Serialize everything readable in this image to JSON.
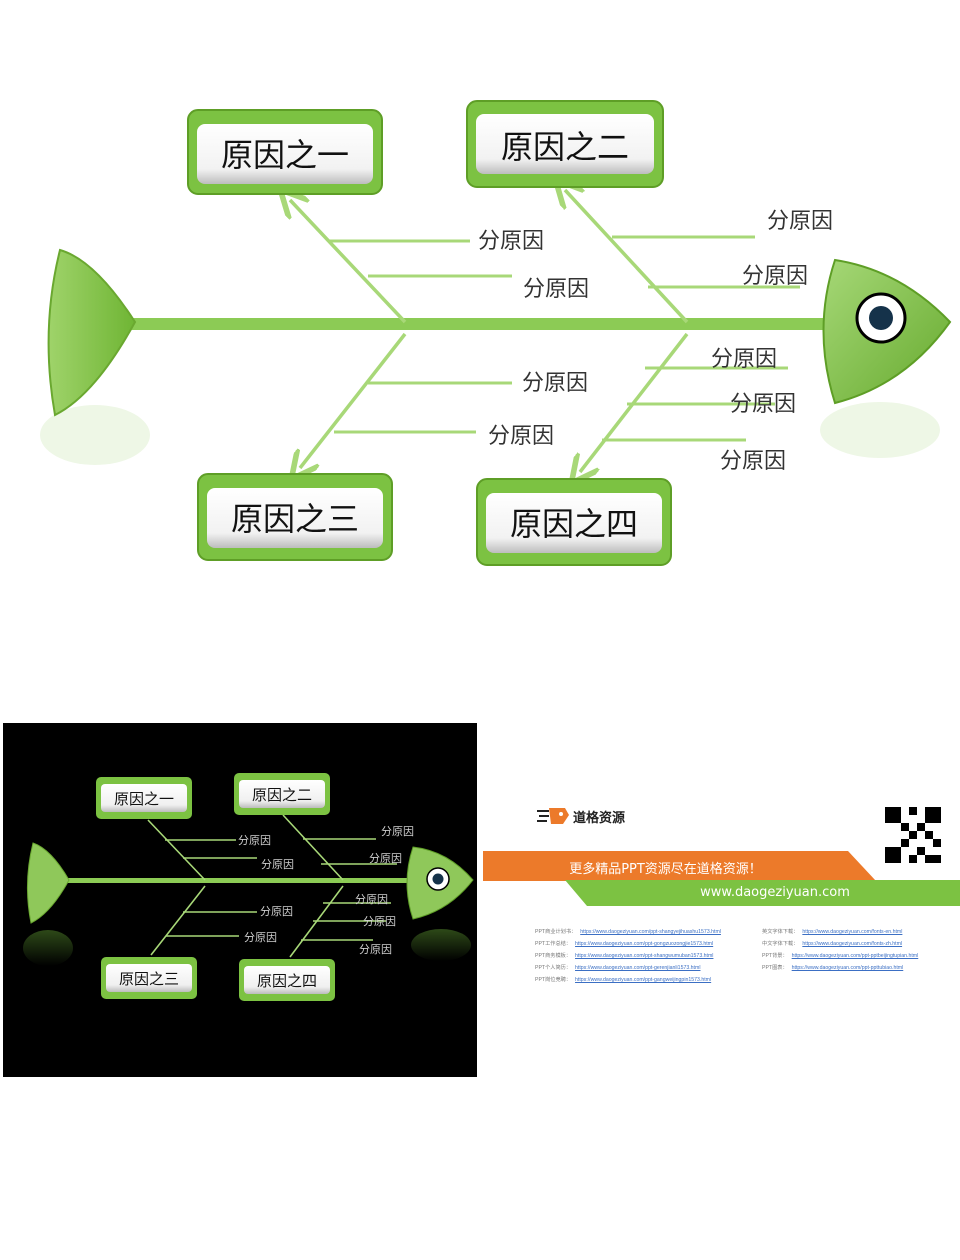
{
  "diagram": {
    "main_causes": [
      "原因之一",
      "原因之二",
      "原因之三",
      "原因之四"
    ],
    "sub_cause_label": "分原因"
  },
  "brand": {
    "logo_text": "道格资源",
    "banner_text": "更多精品PPT资源尽在道格资源！",
    "site_url": "www.daogeziyuan.com",
    "colors": {
      "green": "#7cc242",
      "green_light": "#a8d878",
      "orange": "#ec7a2a",
      "black": "#000000"
    }
  },
  "links": [
    {
      "label": "PPT商业计划书：",
      "url": "https://www.daogeziyuan.com/ppt-shangyejihuashu1573.html"
    },
    {
      "label": "PPT工作总结：",
      "url": "https://www.daogeziyuan.com/ppt-gongzuozongjie1573.html"
    },
    {
      "label": "PPT商务模板：",
      "url": "https://www.daogeziyuan.com/ppt-shangwumuban1573.html"
    },
    {
      "label": "PPT个人简历：",
      "url": "https://www.daogeziyuan.com/ppt-gerenjianli1573.html"
    },
    {
      "label": "PPT岗位竞聘：",
      "url": "https://www.daogeziyuan.com/ppt-gangweijingpin1573.html"
    },
    {
      "label": "英文字体下载：",
      "url": "https://www.daogeziyuan.com/fonts-en.html"
    },
    {
      "label": "中文字体下载：",
      "url": "https://www.daogeziyuan.com/fonts-zh.html"
    },
    {
      "label": "PPT背景：",
      "url": "https://www.daogeziyuan.com/ppt-pptbeijingtupian.html"
    },
    {
      "label": "PPT图表：",
      "url": "https://www.daogeziyuan.com/ppt-ppttubiao.html"
    }
  ]
}
